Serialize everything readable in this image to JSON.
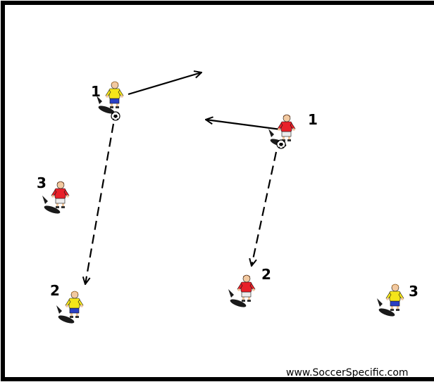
{
  "players": [
    {
      "id": "yellow-1",
      "team": "yellow",
      "number": "1",
      "has_ball": true
    },
    {
      "id": "red-1",
      "team": "red",
      "number": "1",
      "has_ball": true
    },
    {
      "id": "red-3",
      "team": "red",
      "number": "3",
      "has_ball": false
    },
    {
      "id": "yellow-2",
      "team": "yellow",
      "number": "2",
      "has_ball": false
    },
    {
      "id": "red-2",
      "team": "red",
      "number": "2",
      "has_ball": false
    },
    {
      "id": "yellow-3",
      "team": "yellow",
      "number": "3",
      "has_ball": false
    }
  ],
  "arrows": [
    {
      "from": "yellow-1",
      "type": "run",
      "style": "solid"
    },
    {
      "from": "red-1",
      "type": "run",
      "style": "solid"
    },
    {
      "from": "yellow-1",
      "to": "yellow-2",
      "type": "pass",
      "style": "dashed"
    },
    {
      "from": "red-1",
      "to": "red-2",
      "type": "pass",
      "style": "dashed"
    }
  ],
  "colors": {
    "yellow_shirt": "#f4e51a",
    "yellow_shorts": "#2a3fc4",
    "red_shirt": "#e8212a",
    "red_shorts": "#ececec",
    "border": "#000000",
    "field": "#ffffff"
  },
  "labels": {
    "yellow_1": "1",
    "red_1": "1",
    "red_3": "3",
    "yellow_2": "2",
    "red_2": "2",
    "yellow_3": "3"
  },
  "credit": "www.SoccerSpecific.com"
}
